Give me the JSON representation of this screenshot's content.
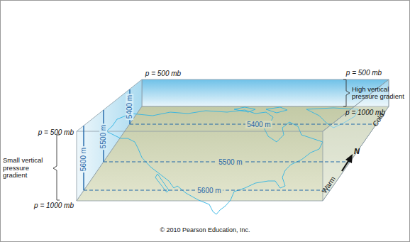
{
  "diagram": {
    "labels": [
      "p = 500 mb",
      "p = 500 mb",
      "High vertical pressure gradient",
      "p = 1000 mb",
      "5400 m",
      "Cold",
      "p = 500 mb",
      "5400 m",
      "5500 m",
      "N",
      "5500 m",
      "Small vertical pressure gradient",
      "5600 m",
      "Warm",
      "5600 m",
      "p = 1000 mb",
      "© 2010 Pearson Education, Inc."
    ]
  }
}
